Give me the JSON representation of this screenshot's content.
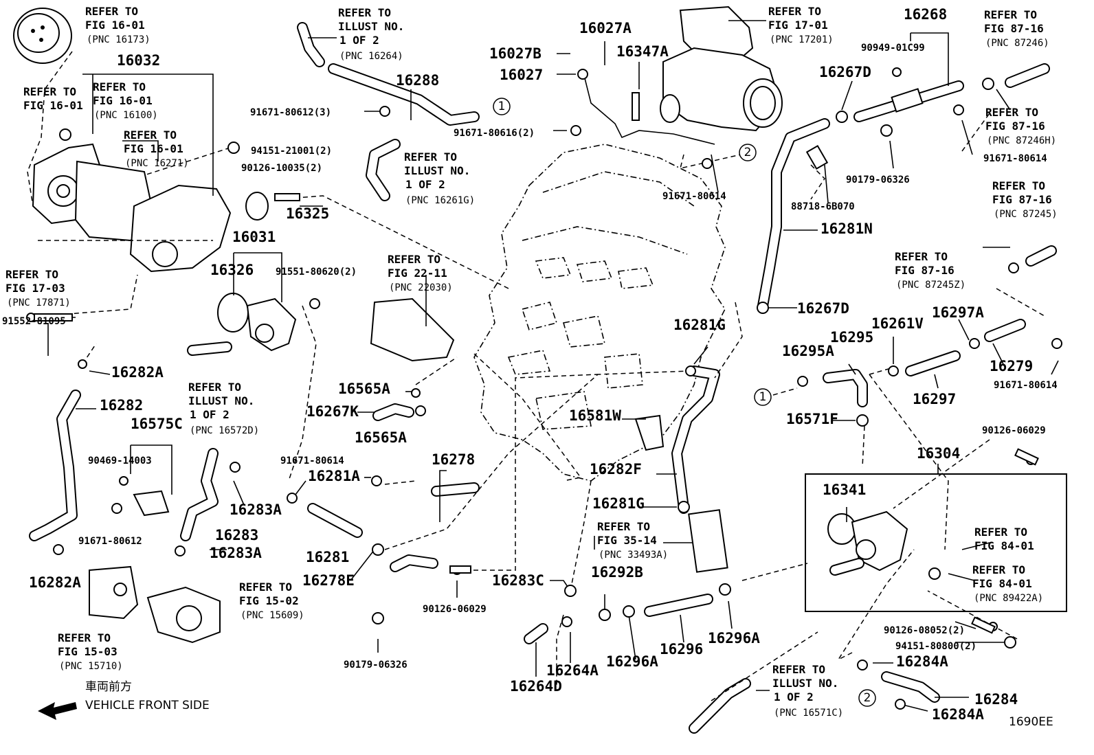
{
  "diagram_id": "1690EE",
  "orientation": {
    "japanese": "車両前方",
    "english": "VEHICLE FRONT SIDE"
  },
  "part_numbers": [
    "16032",
    "16031",
    "16326",
    "16325",
    "16288",
    "16027A",
    "16027B",
    "16027",
    "16347A",
    "16268",
    "16267D",
    "16281N",
    "16267D",
    "16281G",
    "16295A",
    "16295",
    "16261V",
    "16297A",
    "16279",
    "16297",
    "16571F",
    "16304",
    "16341",
    "16282A",
    "16282",
    "16575C",
    "16283A",
    "16283",
    "16283A",
    "16281A",
    "16281",
    "16278E",
    "16278",
    "16565A",
    "16267K",
    "16565A",
    "16581W",
    "16282F",
    "16281G",
    "16283C",
    "16292B",
    "16296A",
    "16296",
    "16296A",
    "16264A",
    "16264D",
    "16284A",
    "16284",
    "16284A",
    "16282A"
  ],
  "fastener_numbers": [
    "91671-80612(3)",
    "94151-21001(2)",
    "90126-10035(2)",
    "91551-80620(2)",
    "91552-81095",
    "91671-80616(2)",
    "91671-80614",
    "90949-01C99",
    "91671-80614",
    "90179-06326",
    "88718-6B070",
    "91671-80614",
    "90126-06029",
    "90469-14003",
    "91671-80612",
    "91671-80614",
    "90126-06029",
    "90179-06326",
    "90126-08052(2)",
    "94151-80800(2)"
  ],
  "refer_labels": [
    {
      "l1": "REFER TO",
      "l2": "FIG 16-01",
      "l3": "(PNC 16173)"
    },
    {
      "l1": "REFER TO",
      "l2": "FIG 16-01",
      "l3": ""
    },
    {
      "l1": "REFER TO",
      "l2": "FIG 16-01",
      "l3": "(PNC 16100)"
    },
    {
      "l1": "REFER TO",
      "l2": "FIG 16-01",
      "l3": "(PNC 16271)"
    },
    {
      "l1": "REFER TO",
      "l2": "FIG 17-03",
      "l3": "(PNC 17871)"
    },
    {
      "l1": "REFER TO",
      "l2": "ILLUST NO.",
      "l3": "1 OF 2",
      "l4": "(PNC 16264)"
    },
    {
      "l1": "REFER TO",
      "l2": "ILLUST NO.",
      "l3": "1 OF 2",
      "l4": "(PNC 16261G)"
    },
    {
      "l1": "REFER TO",
      "l2": "FIG 17-01",
      "l3": "(PNC 17201)"
    },
    {
      "l1": "REFER TO",
      "l2": "FIG 87-16",
      "l3": "(PNC 87246)"
    },
    {
      "l1": "REFER TO",
      "l2": "FIG 87-16",
      "l3": "(PNC 87246H)"
    },
    {
      "l1": "REFER TO",
      "l2": "FIG 87-16",
      "l3": "(PNC 87245)"
    },
    {
      "l1": "REFER TO",
      "l2": "FIG 87-16",
      "l3": "(PNC 87245Z)"
    },
    {
      "l1": "REFER TO",
      "l2": "FIG 22-11",
      "l3": "(PNC 22030)"
    },
    {
      "l1": "REFER TO",
      "l2": "ILLUST NO.",
      "l3": "1 OF 2",
      "l4": "(PNC 16572D)"
    },
    {
      "l1": "REFER TO",
      "l2": "FIG 35-14",
      "l3": "(PNC 33493A)"
    },
    {
      "l1": "REFER TO",
      "l2": "FIG 84-01",
      "l3": ""
    },
    {
      "l1": "REFER TO",
      "l2": "FIG 84-01",
      "l3": "(PNC 89422A)"
    },
    {
      "l1": "REFER TO",
      "l2": "FIG 15-02",
      "l3": "(PNC 15609)"
    },
    {
      "l1": "REFER TO",
      "l2": "FIG 15-03",
      "l3": "(PNC 15710)"
    },
    {
      "l1": "REFER TO",
      "l2": "ILLUST NO.",
      "l3": "1 OF 2",
      "l4": "(PNC 16571C)"
    }
  ],
  "callouts": [
    "1",
    "2",
    "1",
    "2"
  ]
}
